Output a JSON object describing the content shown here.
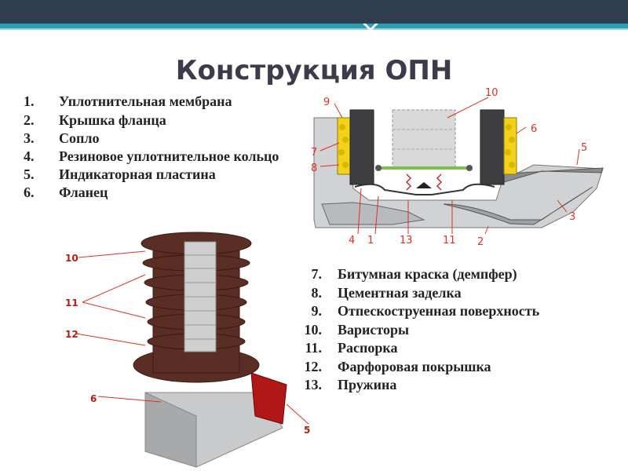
{
  "slide": {
    "title": "Конструкция ОПН"
  },
  "list_top": [
    {
      "num": "1.",
      "text": "Уплотнительная мембрана"
    },
    {
      "num": "2.",
      "text": "Крышка фланца"
    },
    {
      "num": "3.",
      "text": "Сопло"
    },
    {
      "num": "4.",
      "text": "Резиновое уплотнительное кольцо"
    },
    {
      "num": "5.",
      "text": "Индикаторная пластина"
    },
    {
      "num": "6.",
      "text": "Фланец"
    }
  ],
  "list_bottom": [
    {
      "num": "7.",
      "text": "Битумная краска (демпфер)"
    },
    {
      "num": "8.",
      "text": "Цементная заделка"
    },
    {
      "num": "9.",
      "text": "Отпескоструенная поверхность"
    },
    {
      "num": "10.",
      "text": "Варисторы"
    },
    {
      "num": "11.",
      "text": "Распорка"
    },
    {
      "num": "12.",
      "text": "Фарфоровая покрышка"
    },
    {
      "num": "13.",
      "text": "Пружина"
    }
  ],
  "diagram_labels": {
    "l10": "10",
    "l9": "9",
    "l7": "7",
    "l8": "8",
    "l6": "6",
    "l5": "5",
    "l3": "3",
    "l4": "4",
    "l1": "1",
    "l13": "13",
    "l11": "11",
    "l2": "2"
  },
  "photo_labels": {
    "p10": "10",
    "p11": "11",
    "p12": "12",
    "p6": "6",
    "p5": "5"
  },
  "colors": {
    "header_dark": "#2f3e4e",
    "header_accent": "#2b9fb1",
    "title_color": "#3b3b4b",
    "label_red": "#e03020",
    "porcelain_brown": "#5a2e24",
    "damper_yellow": "#f2d21b"
  }
}
